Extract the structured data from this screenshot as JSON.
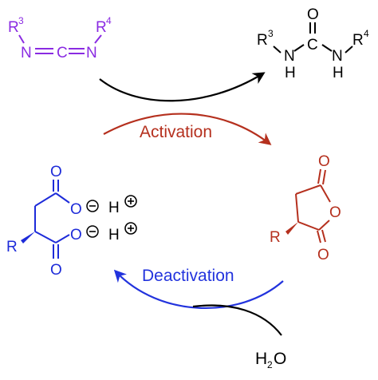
{
  "colors": {
    "carbodiimide": "#8a2be2",
    "urea": "#000000",
    "anhydride": "#b5301e",
    "diacid": "#1d2bd9",
    "activation_arrow": "#b5301e",
    "deactivation_arrow": "#2233dd",
    "black_arrow": "#000000"
  },
  "carbodiimide": {
    "r_left": "R",
    "r_left_sup": "3",
    "r_right": "R",
    "r_right_sup": "4",
    "n_left": "N",
    "c": "C",
    "n_right": "N"
  },
  "urea": {
    "o": "O",
    "c": "C",
    "n_left": "N",
    "h_left": "H",
    "n_right": "N",
    "h_right": "H",
    "r_left": "R",
    "r_left_sup": "3",
    "r_right": "R",
    "r_right_sup": "4"
  },
  "anhydride": {
    "o_top": "O",
    "o_ring": "O",
    "o_bottom": "O",
    "r": "R"
  },
  "diacid": {
    "o_top": "O",
    "o_top_single": "O",
    "o_bottom_single": "O",
    "o_bottom": "O",
    "r": "R",
    "charge": "−",
    "proton": "H",
    "proton_charge": "+"
  },
  "labels": {
    "activation": "Activation",
    "deactivation": "Deactivation",
    "water_h": "H",
    "water_sub": "2",
    "water_o": "O"
  }
}
